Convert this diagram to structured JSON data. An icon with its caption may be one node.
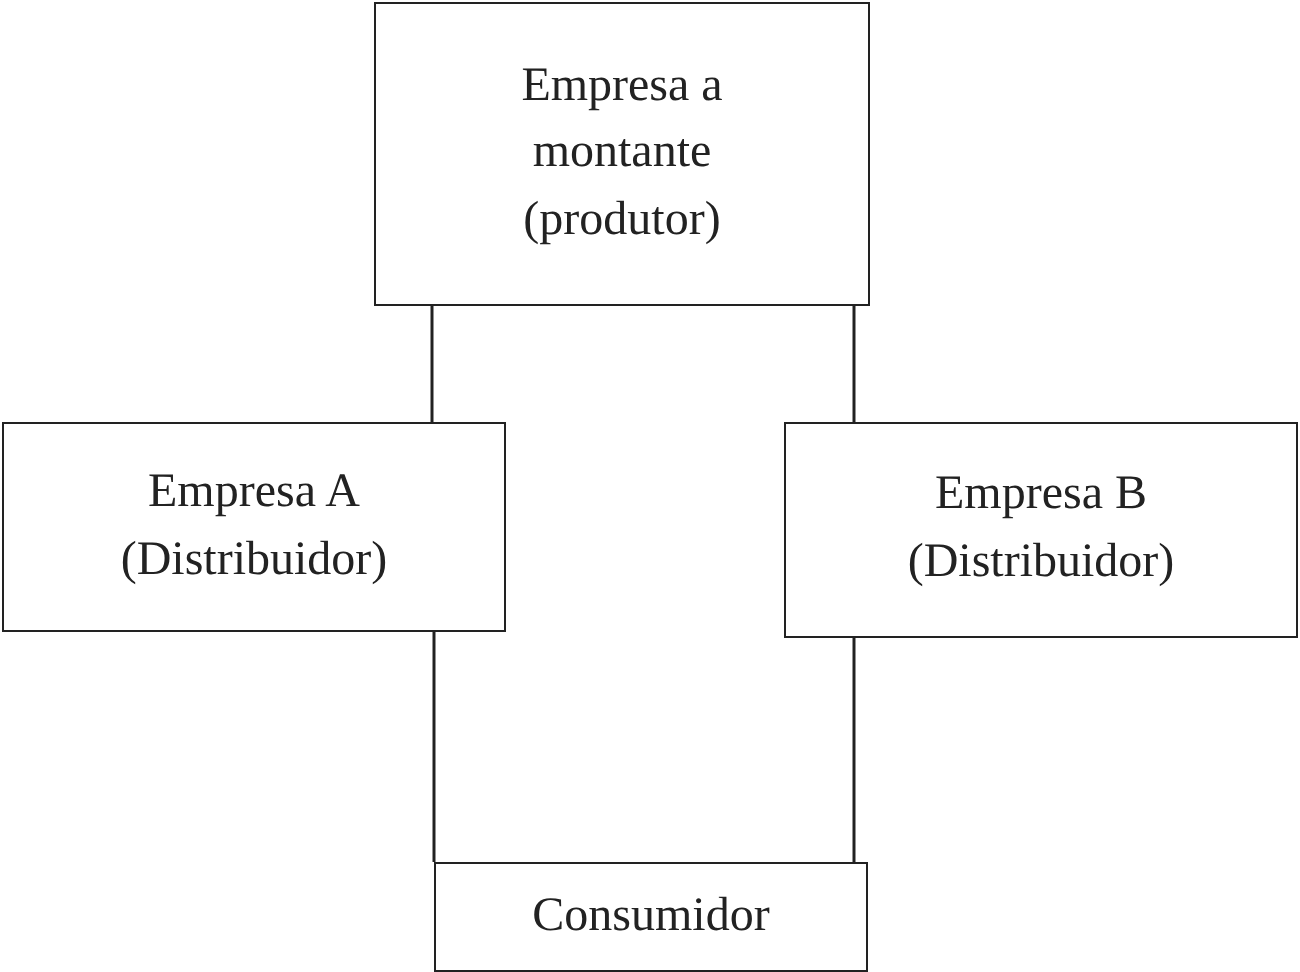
{
  "diagram": {
    "nodes": [
      {
        "text": [
          "Empresa a montante (produtor)"
        ]
      },
      {
        "text": [
          "Empresa A (Distribuidor)"
        ]
      },
      {
        "text": [
          "Empresa B (Distribuidor)"
        ]
      },
      {
        "text": [
          "Consumidor"
        ]
      }
    ],
    "edges": [
      {
        "from": 0,
        "to": 1,
        "arrow": "none"
      },
      {
        "from": 0,
        "to": 2,
        "arrow": "none"
      },
      {
        "from": 1,
        "to": 3,
        "arrow": "none"
      },
      {
        "from": 2,
        "to": 3,
        "arrow": "none"
      }
    ]
  }
}
